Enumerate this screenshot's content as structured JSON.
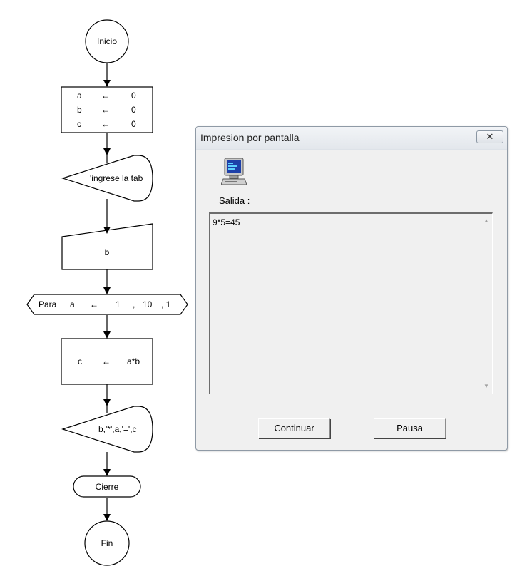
{
  "flowchart": {
    "start_label": "Inicio",
    "init_rows": [
      {
        "var": "a",
        "value": "0"
      },
      {
        "var": "b",
        "value": "0"
      },
      {
        "var": "c",
        "value": "0"
      }
    ],
    "arrow_glyph": "←",
    "output_prompt": "'ingrese la tab",
    "input_var": "b",
    "loop": {
      "keyword": "Para",
      "var": "a",
      "start": "1",
      "sep1": ",",
      "end": "10",
      "step": ", 1"
    },
    "assign": {
      "var": "c",
      "expr": "a*b"
    },
    "output_expr": "b,'*',a,'=',c",
    "close_label": "Cierre",
    "end_label": "Fin"
  },
  "dialog": {
    "title": "Impresion por pantalla",
    "close_glyph": "✕",
    "icon": "computer-icon",
    "salida_label": "Salida :",
    "output_text": "9*5=45",
    "buttons": {
      "continuar": "Continuar",
      "pausa": "Pausa"
    }
  }
}
